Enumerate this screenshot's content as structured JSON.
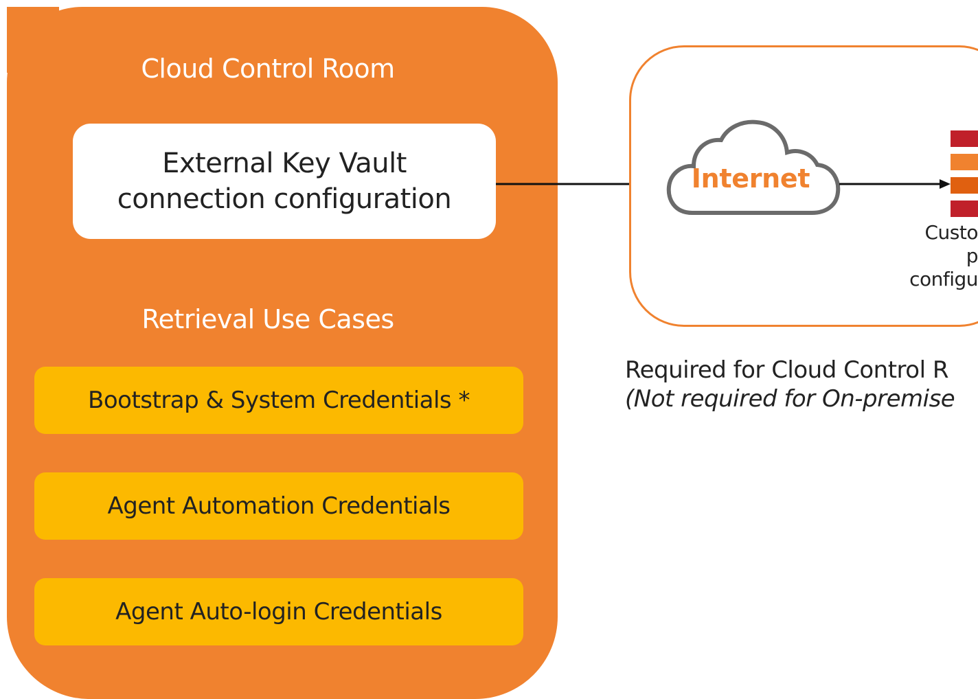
{
  "colors": {
    "orange": "#f0822f",
    "yellow": "#fcb900",
    "white": "#ffffff",
    "dark_red": "#c0202a",
    "dark_orange": "#e06010",
    "text": "#222222"
  },
  "cloud_control_room": {
    "title": "Cloud Control Room",
    "key_vault_box": {
      "line1": "External Key Vault",
      "line2": "connection configuration"
    },
    "retrieval_title": "Retrieval Use Cases",
    "use_cases": [
      "Bootstrap & System Credentials *",
      "Agent Automation Credentials",
      "Agent Auto-login Credentials"
    ]
  },
  "network": {
    "internet_label": "Internet",
    "customer_label": [
      "Custo",
      "p",
      "configu"
    ]
  },
  "footer": {
    "required_line": "Required for Cloud Control R",
    "not_required_line": "(Not required for On-premise"
  },
  "icons": [
    "cloud-icon",
    "firewall-icon",
    "arrow-icon"
  ]
}
